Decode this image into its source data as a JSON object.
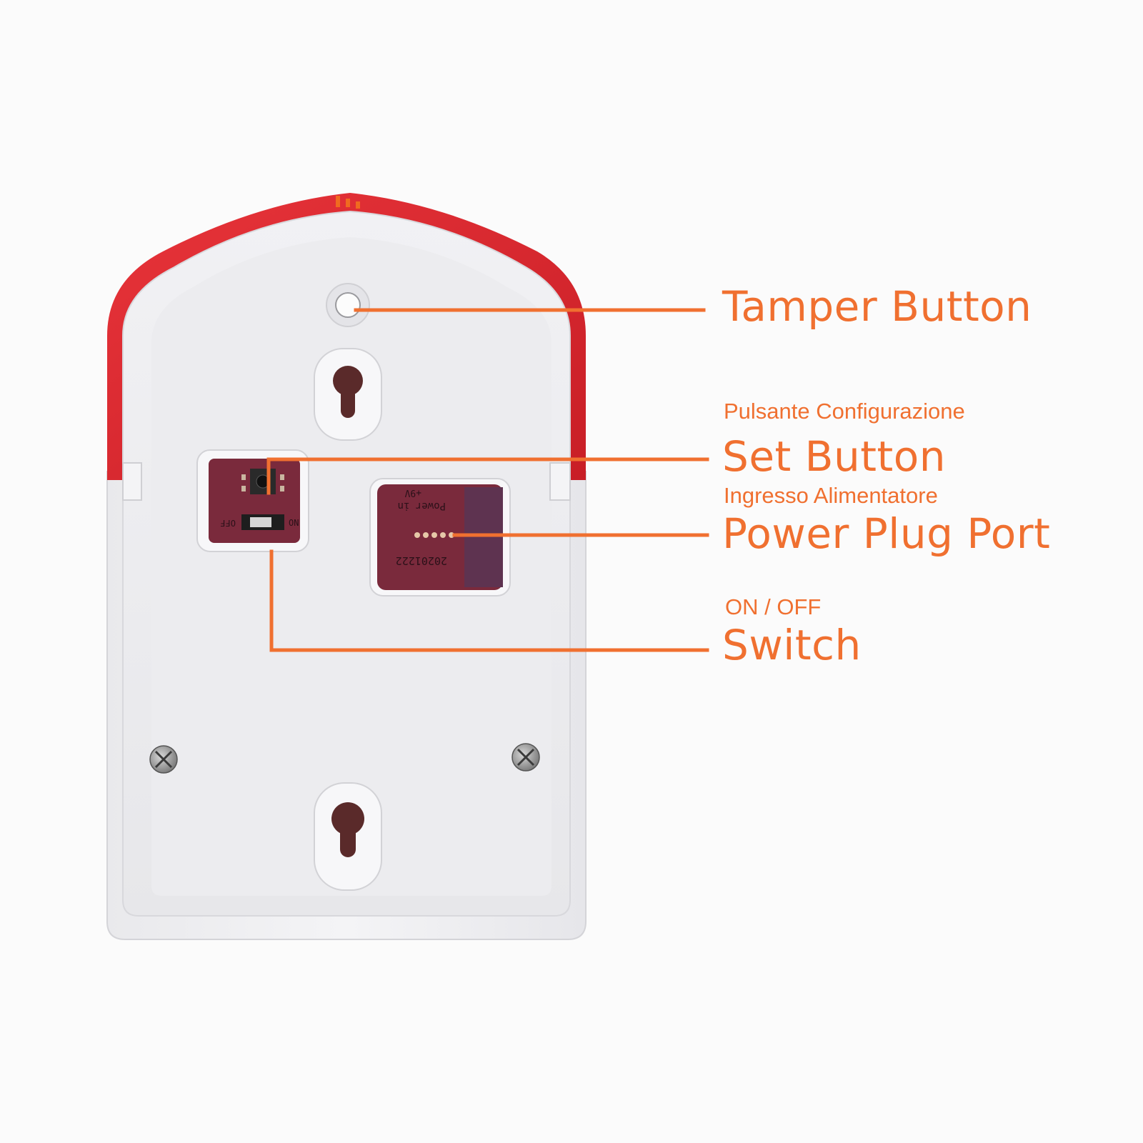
{
  "colors": {
    "accent": "#f07030",
    "housing_red": "#e0242c",
    "housing_white": "#f2f2f4",
    "pcb": "#7a2a3c",
    "background": "#fbfbfb"
  },
  "labels": {
    "tamper": {
      "title": "Tamper Button"
    },
    "set": {
      "subtitle": "Pulsante Configurazione",
      "title": "Set Button"
    },
    "power": {
      "subtitle": "Ingresso Alimentatore",
      "title": "Power Plug Port"
    },
    "switch": {
      "subtitle": "ON / OFF",
      "title": "Switch"
    }
  },
  "pcb_left": {
    "on_label": "ON",
    "off_label": "OFF"
  },
  "pcb_right": {
    "line1": "Power in",
    "line2": "+9V",
    "date_code": "20201222"
  },
  "icons": [
    "tamper-button-icon",
    "keyhole-icon",
    "screw-icon",
    "tact-switch-icon",
    "slide-switch-icon",
    "power-pin-icon"
  ]
}
